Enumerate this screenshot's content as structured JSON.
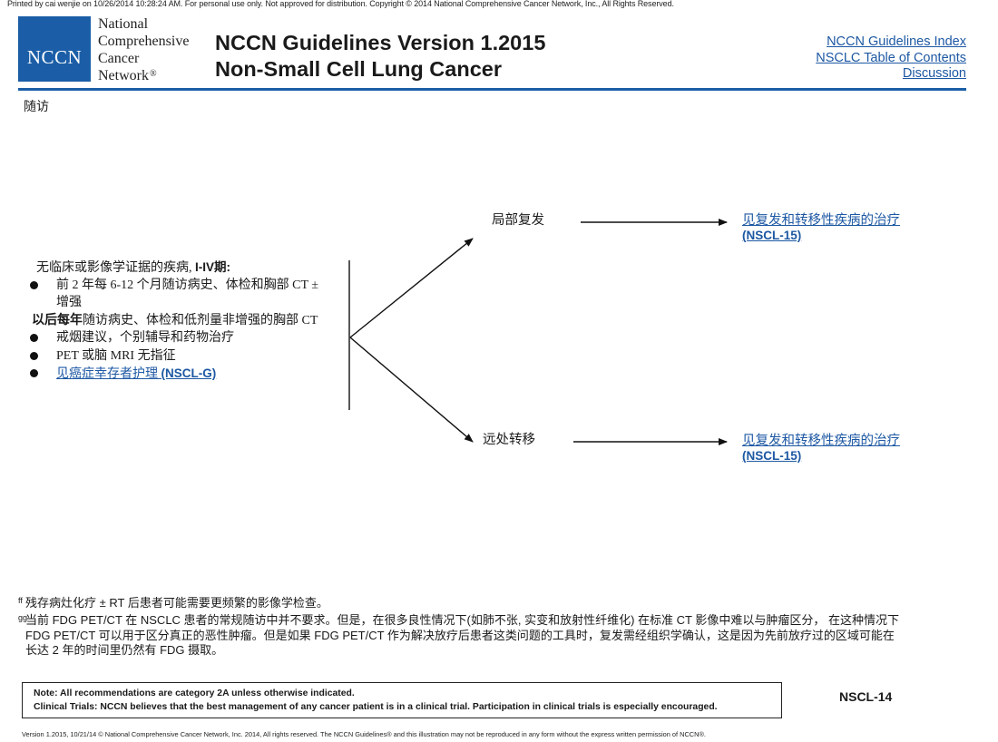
{
  "colors": {
    "brand_blue": "#1b5ea7",
    "link_blue": "#1d58a3"
  },
  "print_notice": "Printed by cai wenjie on 10/26/2014 10:28:24 AM. For personal use only. Not approved for distribution. Copyright © 2014 National Comprehensive Cancer Network, Inc., All Rights Reserved.",
  "header": {
    "logo_text": "NCCN",
    "org_name": {
      "line1": "National",
      "line2": "Comprehensive",
      "line3": "Cancer",
      "line4": "Network",
      "reg_mark": "®"
    },
    "title_line1": "NCCN Guidelines Version 1.2015",
    "title_line2": "Non-Small Cell Lung Cancer",
    "nav_links": {
      "index": "NCCN Guidelines Index",
      "toc": "NSCLC Table of Contents",
      "discussion": "Discussion"
    }
  },
  "section_title": "随访",
  "followup": {
    "heading_main": "无临床或影像学证据的疾病,",
    "heading_stage": "I-IV期:",
    "bullet_1_line1": "前 2 年每 6-12 个月随访病史、体检和胸部 CT ±",
    "bullet_1_line2": "增强",
    "annual_lead": "以后每年",
    "annual_rest": "随访病史、体检和低剂量非增强的胸部 CT",
    "bullet_2": "戒烟建议，个别辅导和药物治疗",
    "bullet_3": "PET 或脑 MRI 无指征",
    "bullet_4_link_text": "见癌症幸存者护理",
    "bullet_4_link_ref": "(NSCL-G)"
  },
  "branches": {
    "local": {
      "label": "局部复发",
      "link_text": "见复发和转移性疾病的治疗",
      "link_ref": "(NSCL-15)"
    },
    "distant": {
      "label": "远处转移",
      "link_text": "见复发和转移性疾病的治疗",
      "link_ref": "(NSCL-15)"
    }
  },
  "footnotes": {
    "ff": {
      "marker": "ff",
      "line1": "残存病灶化疗 ± RT 后患者可能需要更频繁的影像学检查。"
    },
    "gg": {
      "marker": "gg",
      "line1": "当前 FDG PET/CT 在 NSCLC 患者的常规随访中并不要求。但是，在很多良性情况下(如肺不张, 实变和放射性纤维化) 在标准 CT 影像中难以与肿瘤区分， 在这种情况下",
      "line2": "FDG PET/CT 可以用于区分真正的恶性肿瘤。但是如果 FDG PET/CT 作为解决放疗后患者这类问题的工具时，复发需经组织学确认，这是因为先前放疗过的区域可能在",
      "line3": "长达 2 年的时间里仍然有 FDG 摄取。"
    }
  },
  "note_box": {
    "note": "Note: All recommendations are category 2A unless otherwise indicated.",
    "clinical_trials": "Clinical Trials: NCCN believes that the best management of any cancer patient is in a clinical trial. Participation in clinical trials is especially encouraged."
  },
  "page_code": "NSCL-14",
  "footer": "Version 1.2015, 10/21/14 © National Comprehensive Cancer Network, Inc. 2014, All rights reserved. The NCCN Guidelines® and this illustration may not be reproduced in any form without the express written permission of NCCN®."
}
